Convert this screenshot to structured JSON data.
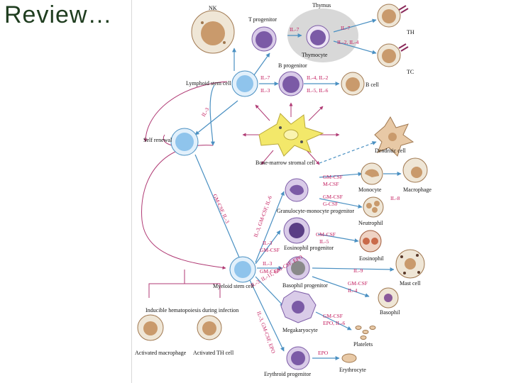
{
  "slide": {
    "title": "Review…"
  },
  "labels": {
    "nk": "NK",
    "thymus": "Thymus",
    "t_progenitor": "T progenitor",
    "thymocyte": "Thymocyte",
    "th": "TH",
    "tc": "TC",
    "b_progenitor": "B progenitor",
    "b_cell": "B cell",
    "lymphoid_stem_cell": "Lymphoid stem cell",
    "self_renewal": "Self renewal",
    "bone_marrow_stromal": "Bone-marrow stromal cell",
    "dendritic_cell": "Dendritic cell",
    "monocyte": "Monocyte",
    "macrophage": "Macrophage",
    "gm_progenitor": "Granulocyte-monocyte progenitor",
    "neutrophil": "Neutrophil",
    "eosinophil_progenitor": "Eosinophil progenitor",
    "eosinophil": "Eosinophil",
    "myeloid_stem_cell": "Myeloid stem cell",
    "basophil_progenitor": "Basophil progenitor",
    "mast_cell": "Mast cell",
    "basophil": "Basophil",
    "megakaryocyte": "Megakaryocyte",
    "platelets": "Platelets",
    "erythroid_progenitor": "Erythroid progenitor",
    "erythrocyte": "Erythrocyte",
    "inducible": "Inducible hematopoiesis during infection",
    "activated_macrophage": "Activated macrophage",
    "activated_th": "Activated TH cell"
  },
  "cytokines": {
    "il7_a": "IL-7",
    "il7_b": "IL-7",
    "il2_il4": "IL-2, IL-4",
    "il7_c": "IL-7",
    "il3_a": "IL-3",
    "il4_il2": "IL-4, IL-2",
    "il5_il6": "IL-5, IL-6",
    "il3_b": "IL-3",
    "gm_csf_m_csf_1": "GM-CSF",
    "gm_csf_m_csf_2": "M-CSF",
    "gm_g_1": "GM-CSF",
    "gm_g_2": "G-CSF",
    "il8": "IL-8",
    "gm_il3_diag": "GM-CSF, IL-3",
    "il3_gm_il6": "IL-3, GM-CSF, IL-6",
    "gm_il5_1": "GM-CSF",
    "gm_il5_2": "IL-5",
    "il3_gm_1": "IL-3",
    "il3_gm_2": "GM-CSF",
    "il3_gm_3": "IL-3",
    "il3_gm_4": "GM-CSF",
    "il9": "IL-9",
    "gm_il4_1": "GM-CSF",
    "gm_il4_2": "IL-4",
    "il3_il11": "IL-3, IL-11, GM-CSF, EPO",
    "gm_epo_1": "GM-CSF",
    "gm_epo_2": "EPO, IL-6",
    "il3_gm_epo": "IL-3, GM-CSF, EPO",
    "epo": "EPO",
    "il3_left": "IL-3"
  },
  "colors": {
    "nucleus_purple": "#7b5aa6",
    "cytoplasm_lilac": "#d9cbe8",
    "stem_blue": "#8fc4ec",
    "thymus_gray": "#d8d8d8",
    "arrow_blue": "#4a90c2",
    "arrow_pink": "#b03a74",
    "stromal_yellow": "#f3e86a",
    "tan_cell": "#e8c9a6",
    "tan_nucleus": "#c99a6c",
    "eos_red": "#c96a4a"
  }
}
